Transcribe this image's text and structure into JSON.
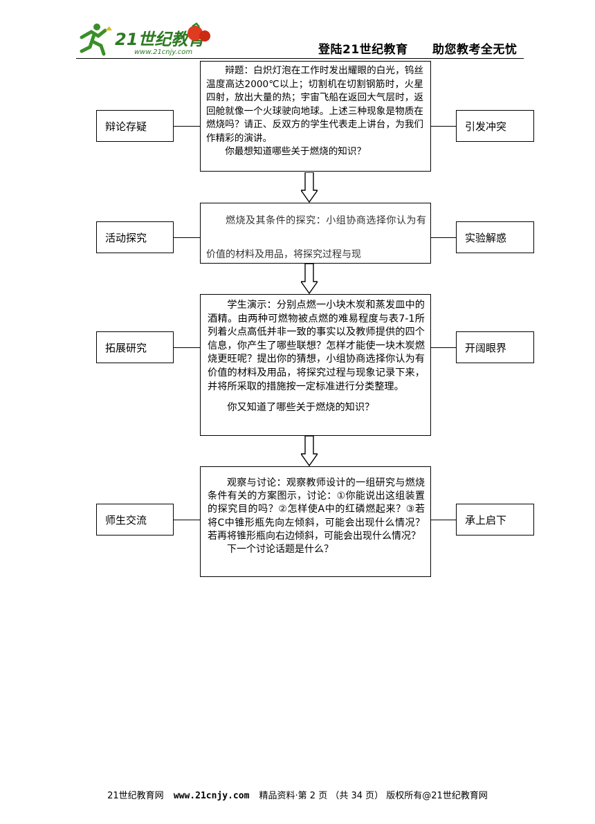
{
  "header": {
    "logo_text": "21世纪教育",
    "logo_url_text": "www.21cnjy.com",
    "login_text": "登陆21世纪教育",
    "slogan_text": "助您教考全无忧"
  },
  "rows": [
    {
      "left_label": "辩论存疑",
      "right_label": "引发冲突",
      "paragraphs": [
        "辩题：白炽灯泡在工作时发出耀眼的白光，钨丝温度高达2000℃以上；切割机在切割钢筋时，火星四射，放出大量的热；宇宙飞船在返回大气层时，返回舱就像一个火球驶向地球。上述三种现象是物质在燃烧吗？请正、反双方的学生代表走上讲台，为我们作精彩的演讲。",
        "你最想知道哪些关于燃烧的知识？"
      ]
    },
    {
      "left_label": "活动探究",
      "right_label": "实验解惑",
      "paragraphs": [
        "燃烧及其条件的探究：小组协商选择你认为有价值的材料及用品，将探究过程与现"
      ]
    },
    {
      "left_label": "拓展研究",
      "right_label": "开阔眼界",
      "paragraphs": [
        "学生演示：分别点燃一小块木炭和蒸发皿中的酒精。由两种可燃物被点燃的难易程度与表7-1所列着火点高低并非一致的事实以及教师提供的四个信息，你产生了哪些联想？怎样才能使一块木炭燃烧更旺呢？提出你的猜想，小组协商选择你认为有价值的材料及用品，将探究过程与现象记录下来，并将所采取的措施按一定标准进行分类整理。",
        "你又知道了哪些关于燃烧的知识？"
      ]
    },
    {
      "left_label": "师生交流",
      "right_label": "承上启下",
      "paragraphs": [
        "观察与讨论：观察教师设计的一组研究与燃烧条件有关的方案图示，讨论：①你能说出这组装置的探究目的吗？②怎样使A中的红磷燃起来？③若将C中锥形瓶先向左倾斜，可能会出现什么情况？若再将锥形瓶向右边倾斜，可能会出现什么情况？",
        "下一个讨论话题是什么？"
      ]
    }
  ],
  "footer": {
    "site": "21世纪教育网",
    "url": "www.21cnjy.com",
    "info": "精品资料·第 2 页 （共 34 页） 版权所有@21世纪教育网"
  }
}
